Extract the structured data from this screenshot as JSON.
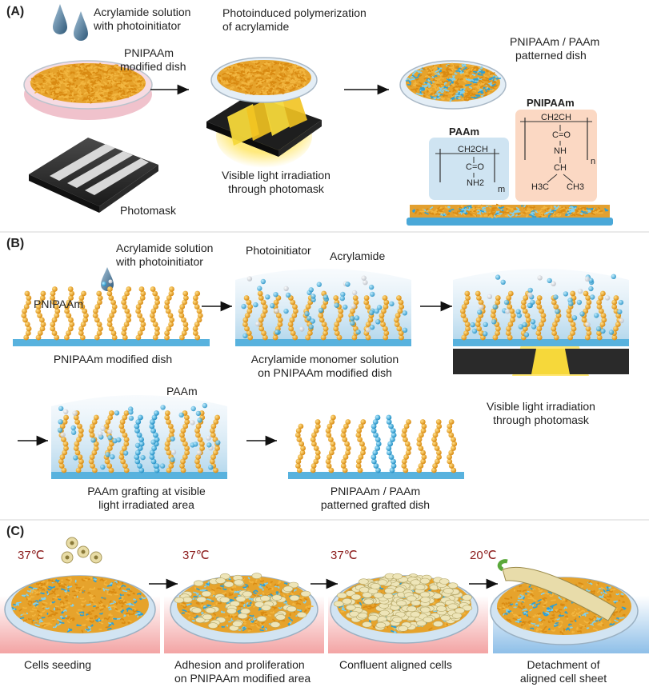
{
  "panels": {
    "a": "(A)",
    "b": "(B)",
    "c": "(C)"
  },
  "panel_a": {
    "acrylamide_solution": [
      "Acrylamide solution",
      "with photoinitiator"
    ],
    "pnipaam_dish": [
      "PNIPAAm",
      "modified dish"
    ],
    "photomask": "Photomask",
    "photoinduced": [
      "Photoinduced polymerization",
      "of acrylamide"
    ],
    "visible_light": [
      "Visible light irradiation",
      "through photomask"
    ],
    "patterned_dish": [
      "PNIPAAm / PAAm",
      "patterned dish"
    ],
    "paam_label": "PAAm",
    "pnipaam_label": "PNIPAAm",
    "paam_formula": {
      "backbone": "CH2CH",
      "carbonyl": "C=O",
      "amide": "NH2",
      "repeat": "m"
    },
    "pnipaam_formula": {
      "backbone": "CH2CH",
      "carbonyl": "C=O",
      "amide": "NH",
      "branch": "CH",
      "methyl_left": "H3C",
      "methyl_right": "CH3",
      "repeat": "n"
    }
  },
  "panel_b": {
    "acrylamide_solution": [
      "Acrylamide solution",
      "with photoinitiator"
    ],
    "pnipaam": "PNIPAAm",
    "modified_dish": "PNIPAAm modified dish",
    "photoinitiator": "Photoinitiator",
    "acrylamide": "Acrylamide",
    "monomer_solution": [
      "Acrylamide monomer solution",
      "on PNIPAAm modified dish"
    ],
    "visible_light": [
      "Visible light irradiation",
      "through photomask"
    ],
    "paam": "PAAm",
    "grafting": [
      "PAAm grafting at visible",
      "light irradiated area"
    ],
    "patterned_grafted": [
      "PNIPAAm / PAAm",
      "patterned grafted dish"
    ]
  },
  "panel_c": {
    "temps": [
      "37℃",
      "37℃",
      "37℃",
      "20℃"
    ],
    "captions": [
      "Cells seeding",
      [
        "Adhesion and proliferation",
        "on PNIPAAm modified area"
      ],
      "Confluent aligned cells",
      [
        "Detachment of",
        "aligned cell sheet"
      ]
    ]
  },
  "colors": {
    "pnipaam": "#e8a020",
    "paam": "#3aa6d6",
    "cell": "#ece3b4",
    "warm": "#f6b8b8",
    "cool": "#9cc6ea"
  }
}
